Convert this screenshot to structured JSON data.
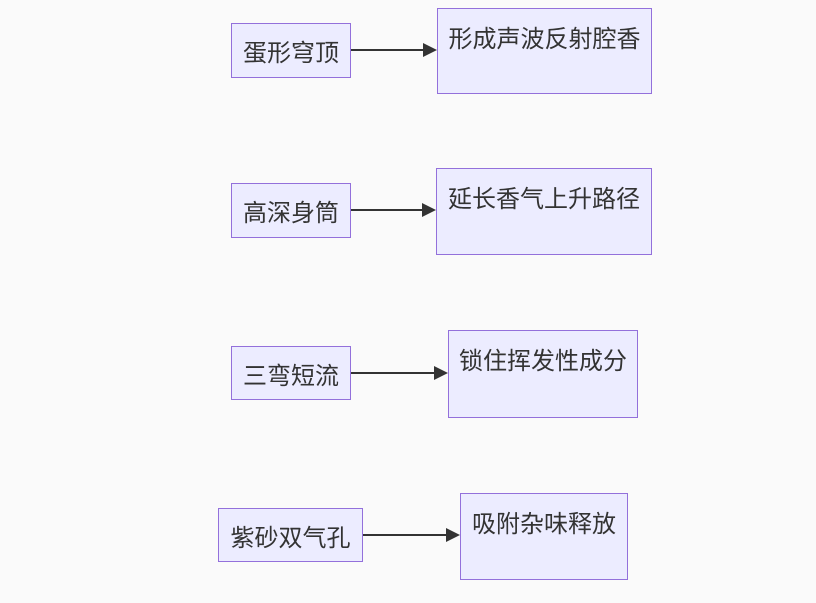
{
  "diagram": {
    "kind": "flowchart-left-to-right",
    "rows": [
      {
        "source": "蛋形穹顶",
        "target": "形成声波反射腔香"
      },
      {
        "source": "高深身筒",
        "target": "延长香气上升路径"
      },
      {
        "source": "三弯短流",
        "target": "锁住挥发性成分"
      },
      {
        "source": "紫砂双气孔",
        "target": "吸附杂味释放"
      }
    ],
    "colors": {
      "background": "#FAFAFA",
      "node_fill": "#ECECFF",
      "node_border": "#9370DB",
      "node_text": "#333333",
      "arrow": "#333333"
    }
  }
}
